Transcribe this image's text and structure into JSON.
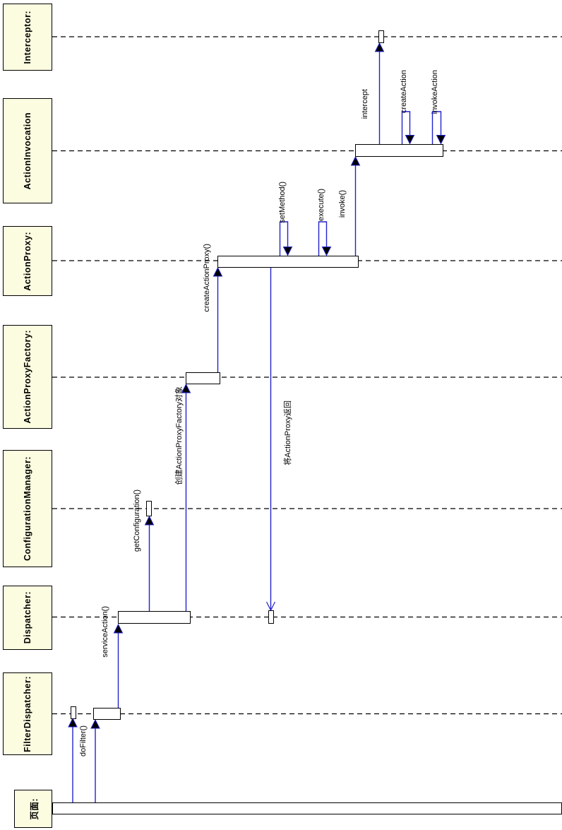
{
  "diagram": {
    "kind": "uml-sequence-diagram-rotated-90",
    "colors": {
      "lifeline_box_fill": "#fcfce0",
      "border": "#000000",
      "message_line": "#2222cc",
      "arrowhead_fill": "#000000",
      "background": "#ffffff"
    },
    "lifelines": [
      {
        "label": "Interceptor:"
      },
      {
        "label": "ActionInvocation"
      },
      {
        "label": "ActionProxy:"
      },
      {
        "label": "ActionProxyFactory:"
      },
      {
        "label": "ConfigurationManager:"
      },
      {
        "label": "Dispatcher:"
      },
      {
        "label": "FilterDispatcher:"
      },
      {
        "label": "页面:"
      }
    ],
    "messages": [
      {
        "label": "doFilter()",
        "from": "页面:",
        "to": "FilterDispatcher:",
        "kind": "call"
      },
      {
        "label": "serviceAction()",
        "from": "FilterDispatcher:",
        "to": "Dispatcher:",
        "kind": "call"
      },
      {
        "label": "getConfiguration()",
        "from": "Dispatcher:",
        "to": "ConfigurationManager:",
        "kind": "call"
      },
      {
        "label": "创建ActionProxyFactory对象",
        "from": "Dispatcher:",
        "to": "ActionProxyFactory:",
        "kind": "call"
      },
      {
        "label": "createActionProxy()",
        "from": "ActionProxyFactory:",
        "to": "ActionProxy:",
        "kind": "call"
      },
      {
        "label": "将ActionProxy返回",
        "from": "ActionProxy:",
        "to": "Dispatcher:",
        "kind": "return"
      },
      {
        "label": "setMethod()",
        "from": "ActionProxy:",
        "to": "ActionProxy:",
        "kind": "self"
      },
      {
        "label": "execute()",
        "from": "ActionProxy:",
        "to": "ActionProxy:",
        "kind": "self"
      },
      {
        "label": "invoke()",
        "from": "ActionProxy:",
        "to": "ActionInvocation",
        "kind": "call"
      },
      {
        "label": "intercept",
        "from": "ActionInvocation",
        "to": "Interceptor:",
        "kind": "call"
      },
      {
        "label": "createAction",
        "from": "ActionInvocation",
        "to": "ActionInvocation",
        "kind": "self"
      },
      {
        "label": "invokeAction",
        "from": "ActionInvocation",
        "to": "ActionInvocation",
        "kind": "self"
      }
    ]
  }
}
